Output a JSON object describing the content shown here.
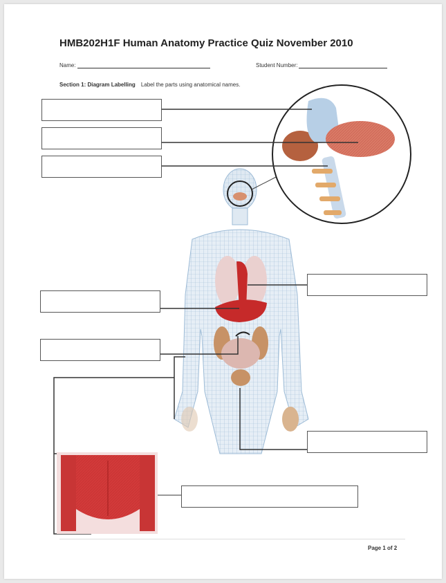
{
  "document": {
    "title": "HMB202H1F Human Anatomy Practice Quiz November 2010",
    "name_label": "Name:",
    "student_number_label": "Student Number:",
    "section_heading": "Section 1: Diagram Labelling",
    "section_instruction": "Label the parts using anatomical names.",
    "page_number": "Page 1 of 2"
  },
  "answer_boxes": [
    {
      "id": "box-brain-top",
      "value": ""
    },
    {
      "id": "box-brain-mid",
      "value": ""
    },
    {
      "id": "box-brain-bottom",
      "value": ""
    },
    {
      "id": "box-right-upper",
      "value": ""
    },
    {
      "id": "box-left-liver",
      "value": ""
    },
    {
      "id": "box-left-stomach",
      "value": ""
    },
    {
      "id": "box-right-lower",
      "value": ""
    },
    {
      "id": "box-muscle",
      "value": ""
    }
  ],
  "colors": {
    "organ_red": "#c62a2a",
    "mesh_blue": "#a9c4dc",
    "muscle_red": "#d23a3a",
    "bone": "#e2a96a",
    "brain": "#c46a50"
  }
}
